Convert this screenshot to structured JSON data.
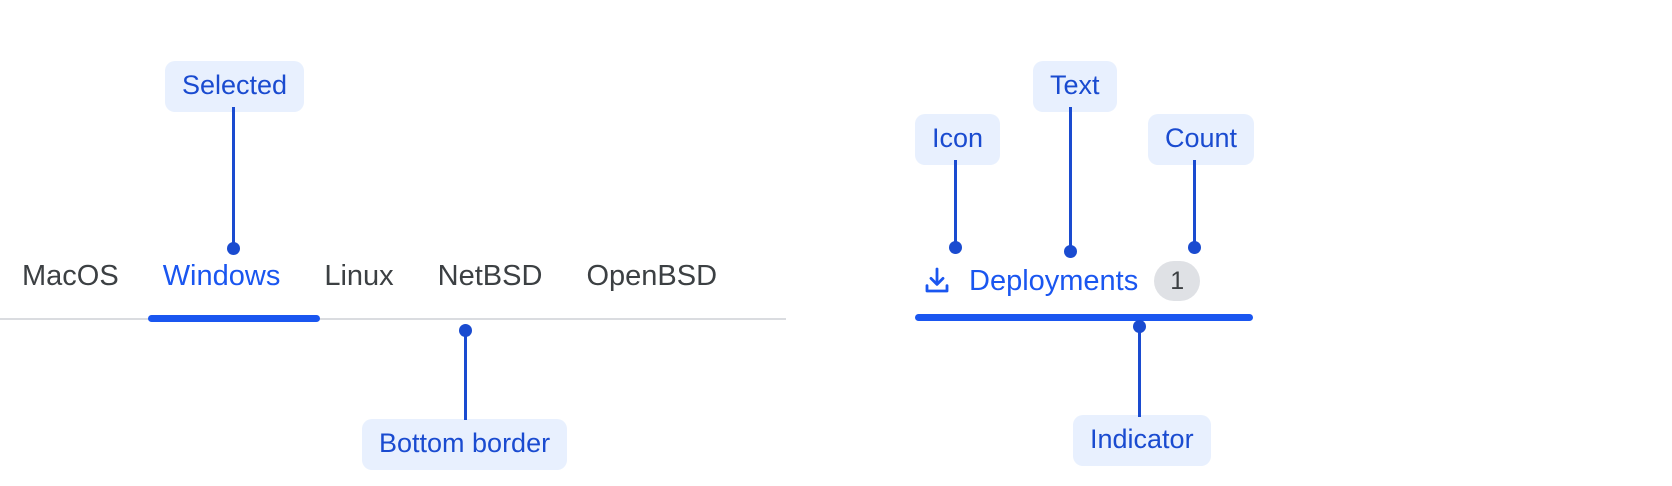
{
  "left_tabbar": {
    "tabs": [
      {
        "label": "MacOS",
        "selected": false
      },
      {
        "label": "Windows",
        "selected": true
      },
      {
        "label": "Linux",
        "selected": false
      },
      {
        "label": "NetBSD",
        "selected": false
      },
      {
        "label": "OpenBSD",
        "selected": false
      }
    ]
  },
  "right_tabbar": {
    "tab": {
      "icon": "download-icon",
      "label": "Deployments",
      "count": "1",
      "selected": true
    }
  },
  "annotations": [
    {
      "id": "selected",
      "label": "Selected",
      "target": "active-underline-of-windows-tab"
    },
    {
      "id": "bottom-border",
      "label": "Bottom border",
      "target": "tabbar-bottom-border"
    },
    {
      "id": "icon",
      "label": "Icon",
      "target": "deployments-download-icon"
    },
    {
      "id": "text",
      "label": "Text",
      "target": "deployments-label"
    },
    {
      "id": "count",
      "label": "Count",
      "target": "deployments-count-badge"
    },
    {
      "id": "indicator",
      "label": "Indicator",
      "target": "deployments-active-indicator"
    }
  ],
  "colors": {
    "accent": "#1a56f0",
    "callout_text": "#1a4bd0",
    "callout_background": "#e8f0fe",
    "tab_inactive_text": "#3c4043",
    "border": "#dadce0",
    "count_badge_background": "#dfe1e5",
    "count_badge_text": "#3c4043",
    "page_background": "#ffffff"
  }
}
